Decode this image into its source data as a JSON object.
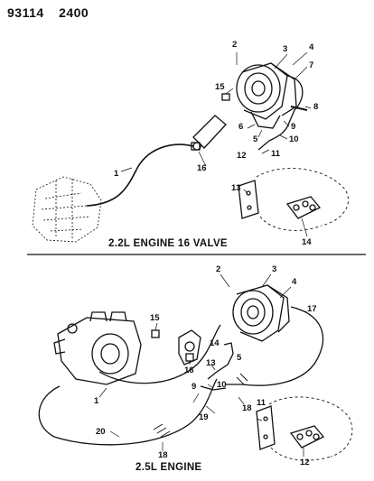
{
  "header": {
    "part_code": "93114",
    "page_code": "2400"
  },
  "top_section": {
    "caption": "2.2L ENGINE 16 VALVE",
    "callouts": [
      "1",
      "2",
      "3",
      "4",
      "5",
      "6",
      "7",
      "8",
      "9",
      "10",
      "11",
      "12",
      "13",
      "14",
      "15",
      "16"
    ]
  },
  "bottom_section": {
    "caption": "2.5L ENGINE",
    "callouts": [
      "1",
      "2",
      "3",
      "4",
      "5",
      "9",
      "10",
      "11",
      "12",
      "13",
      "14",
      "15",
      "16",
      "17",
      "18",
      "19",
      "20"
    ]
  }
}
